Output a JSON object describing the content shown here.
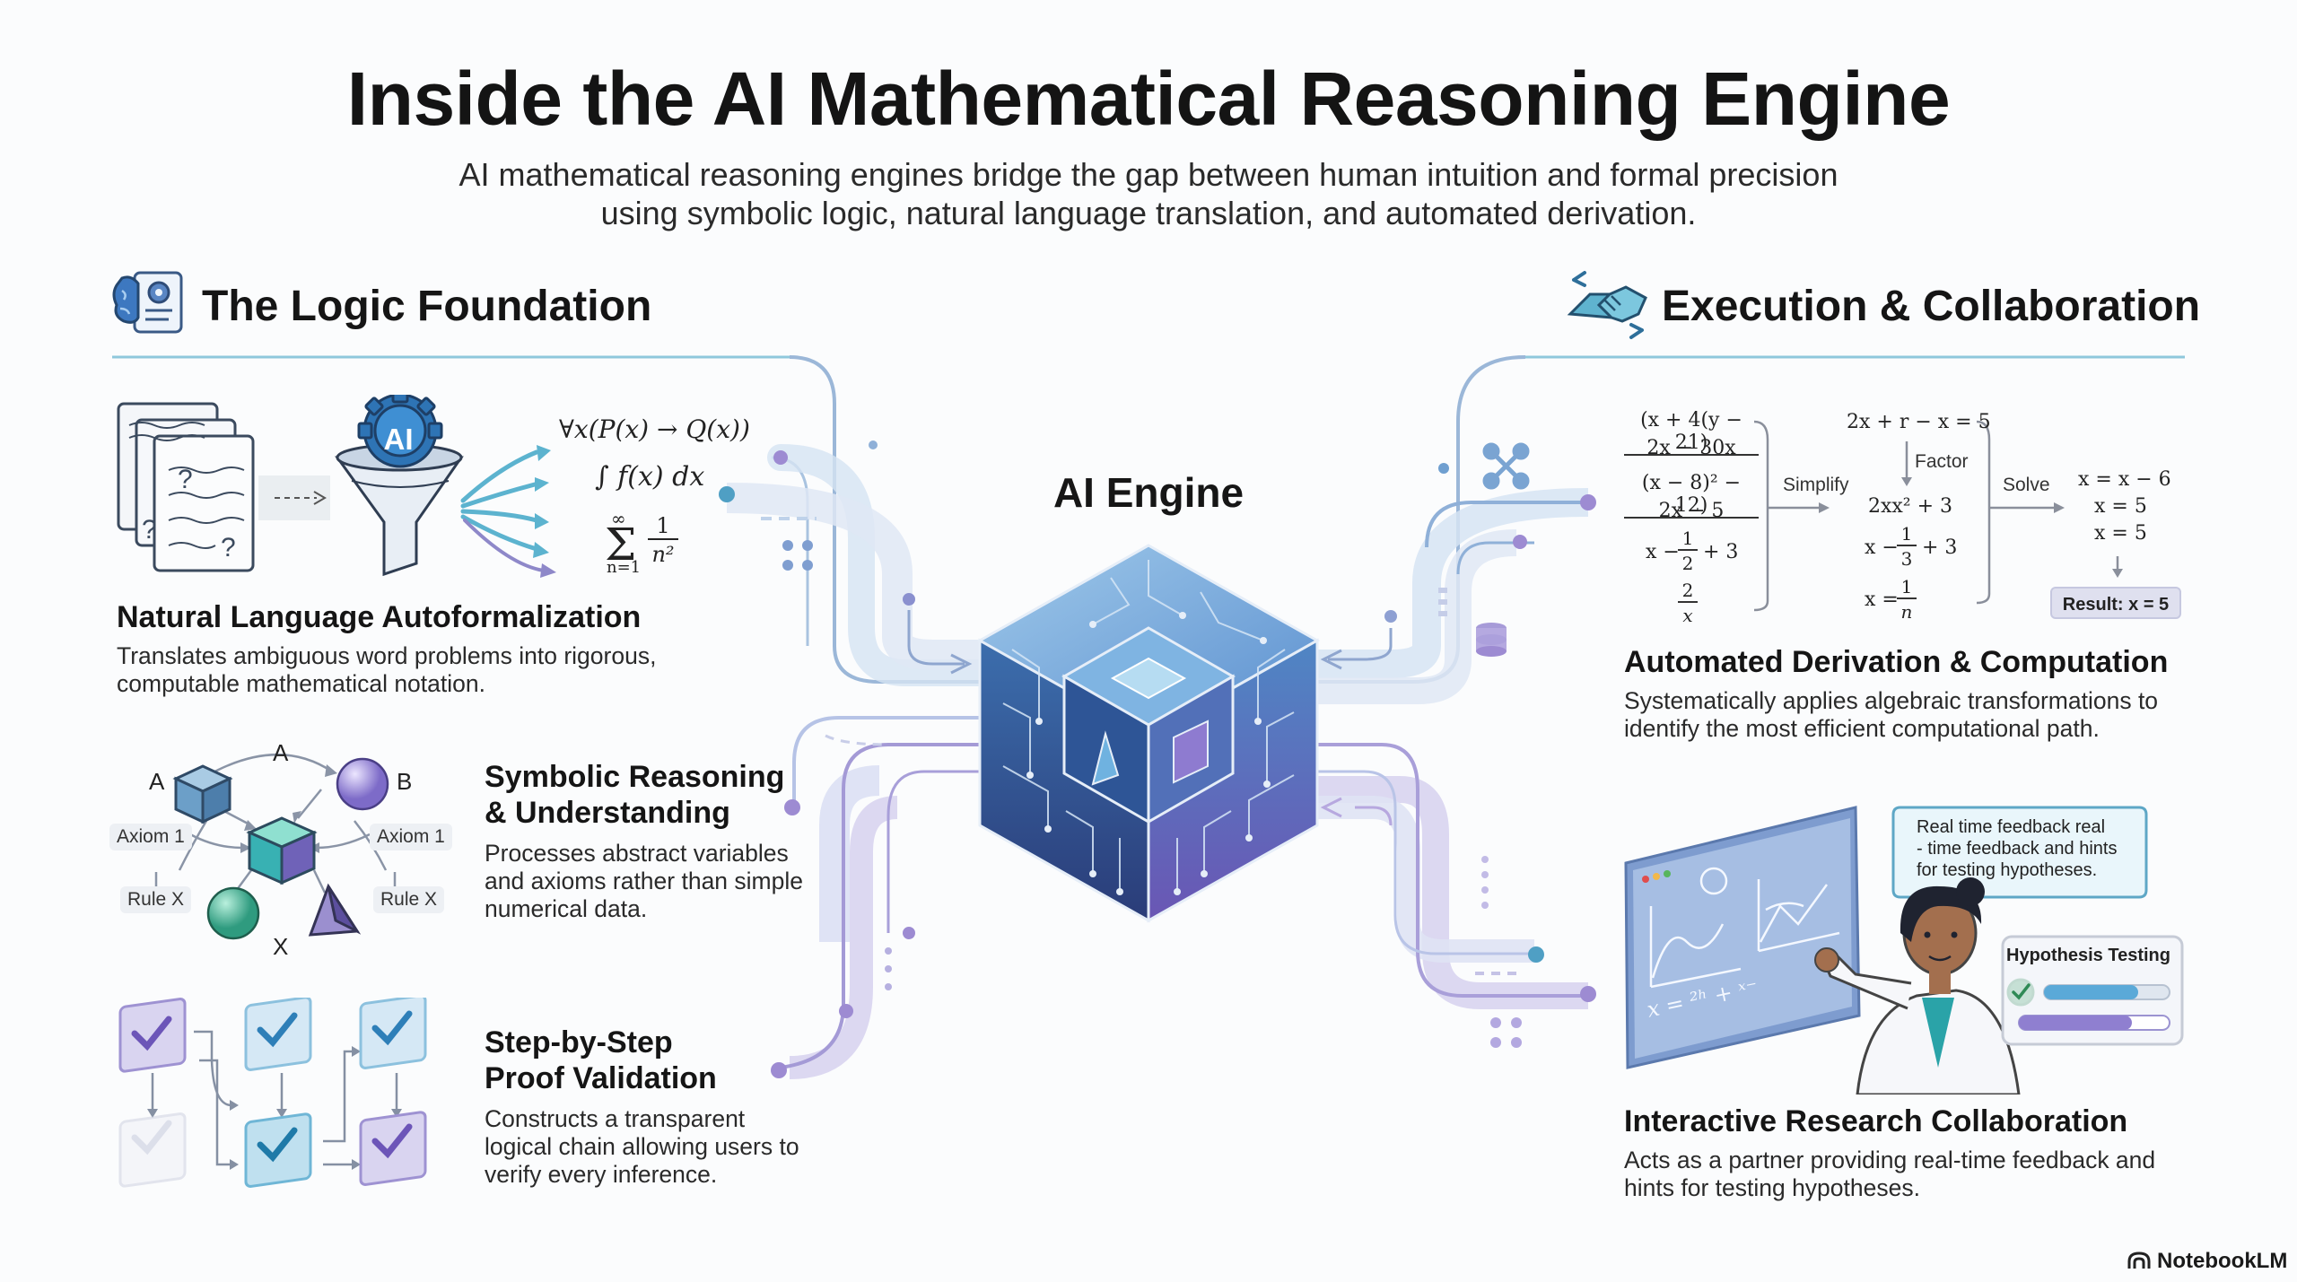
{
  "title": "Inside the AI Mathematical Reasoning Engine",
  "subtitle_line1": "AI mathematical reasoning engines bridge the gap between human intuition and formal precision",
  "subtitle_line2": "using symbolic logic, natural language translation, and automated derivation.",
  "left_section": {
    "title": "The Logic Foundation",
    "icon": "brain-document-gear-icon"
  },
  "right_section": {
    "title": "Execution & Collaboration",
    "icon": "handshake-icon"
  },
  "center": {
    "label": "AI Engine",
    "icon": "circuit-cube-icon"
  },
  "features": {
    "autoformalization": {
      "heading": "Natural Language Autoformalization",
      "desc_line1": "Translates ambiguous word problems into rigorous,",
      "desc_line2": "computable mathematical notation.",
      "funnel_label": "AI",
      "formula1": "∀x(P(x) → Q(x))",
      "formula2": "∫ f(x) dx",
      "sum_top": "∞",
      "sum_sym": "Σ",
      "sum_bottom": "n=1",
      "sum_num": "1",
      "sum_den": "n²"
    },
    "symbolic": {
      "heading_line1": "Symbolic Reasoning",
      "heading_line2": "& Understanding",
      "desc_line1": "Processes abstract variables",
      "desc_line2": "and axioms rather than simple",
      "desc_line3": "numerical data.",
      "node_a1": "A",
      "node_a2": "A",
      "node_b": "B",
      "node_x": "X",
      "axiom_left": "Axiom 1",
      "axiom_right": "Axiom 1",
      "rule_left": "Rule X",
      "rule_right": "Rule X"
    },
    "proof": {
      "heading_line1": "Step-by-Step",
      "heading_line2": "Proof Validation",
      "desc_line1": "Constructs a transparent",
      "desc_line2": "logical chain allowing users to",
      "desc_line3": "verify every inference."
    },
    "derivation": {
      "heading": "Automated Derivation & Computation",
      "desc_line1": "Systematically applies algebraic transformations to",
      "desc_line2": "identify the most efficient computational path.",
      "col1": {
        "f1_num": "(x + 4(y − 21)",
        "f1_den": "2x − 30x",
        "f2_num": "(x − 8)² − 12)",
        "f2_den": "2x − 5",
        "f3_pre": "x −",
        "f3_num": "1",
        "f3_den": "2",
        "f3_post": "+ 3",
        "f4_num": "2",
        "f4_den": "x"
      },
      "simplify_label": "Simplify",
      "col2": {
        "e1": "2x + r − x = 5",
        "factor_label": "Factor",
        "e2": "2xx² + 3",
        "e3_pre": "x −",
        "e3_num": "1",
        "e3_den": "3",
        "e3_post": "+ 3",
        "e4_pre": "x =",
        "e4_num": "1",
        "e4_den": "n"
      },
      "solve_label": "Solve",
      "col3": {
        "r1": "x = x − 6",
        "r2": "x = 5",
        "r3": "x = 5"
      },
      "result": "Result: x = 5"
    },
    "collaboration": {
      "heading": "Interactive Research Collaboration",
      "desc_line1": "Acts as a partner providing real-time feedback and",
      "desc_line2": "hints for testing hypotheses.",
      "bubble_line1": "Real time feedback real",
      "bubble_line2": "- time feedback and hints",
      "bubble_line3": "for testing hypotheses.",
      "card_title": "Hypothesis Testing",
      "board_formula": "x = ²ʰ + ˣ⁻",
      "progress": 0.75
    }
  },
  "brand": "NotebookLM",
  "colors": {
    "teal": "#5aa9c9",
    "purple": "#9a8fd0",
    "cube_dark": "#2b3f74",
    "cube_light": "#6fa8d8"
  }
}
